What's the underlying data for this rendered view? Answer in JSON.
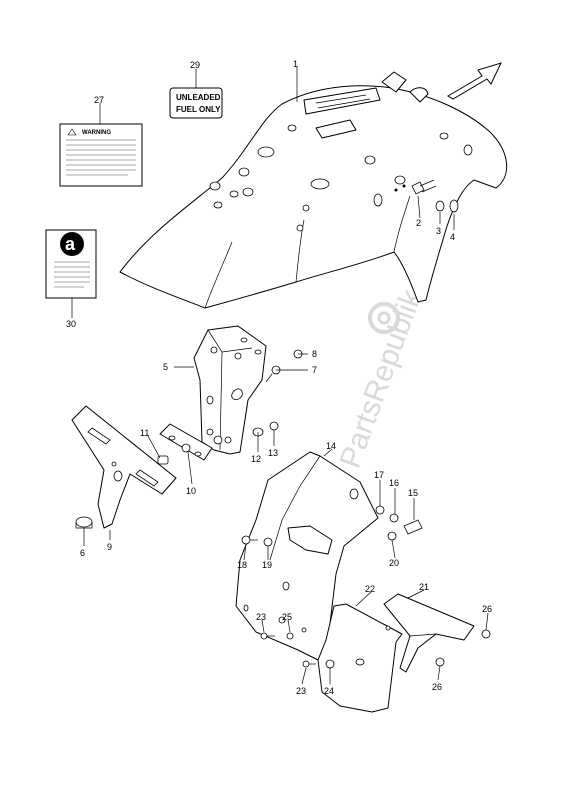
{
  "watermark": "PartsRepublik",
  "labels": {
    "fuel_line1": "UNLEADED",
    "fuel_line2": "FUEL ONLY",
    "warning": "WARNING",
    "badge_letter": "a"
  },
  "callouts": [
    "1",
    "2",
    "3",
    "4",
    "5",
    "6",
    "7",
    "8",
    "9",
    "10",
    "11",
    "12",
    "13",
    "14",
    "15",
    "16",
    "17",
    "18",
    "19",
    "20",
    "21",
    "22",
    "23",
    "23",
    "24",
    "25",
    "26",
    "26",
    "27",
    "29",
    "30"
  ],
  "colors": {
    "line": "#000000",
    "watermark": "#d9d9d9",
    "background": "#ffffff"
  }
}
